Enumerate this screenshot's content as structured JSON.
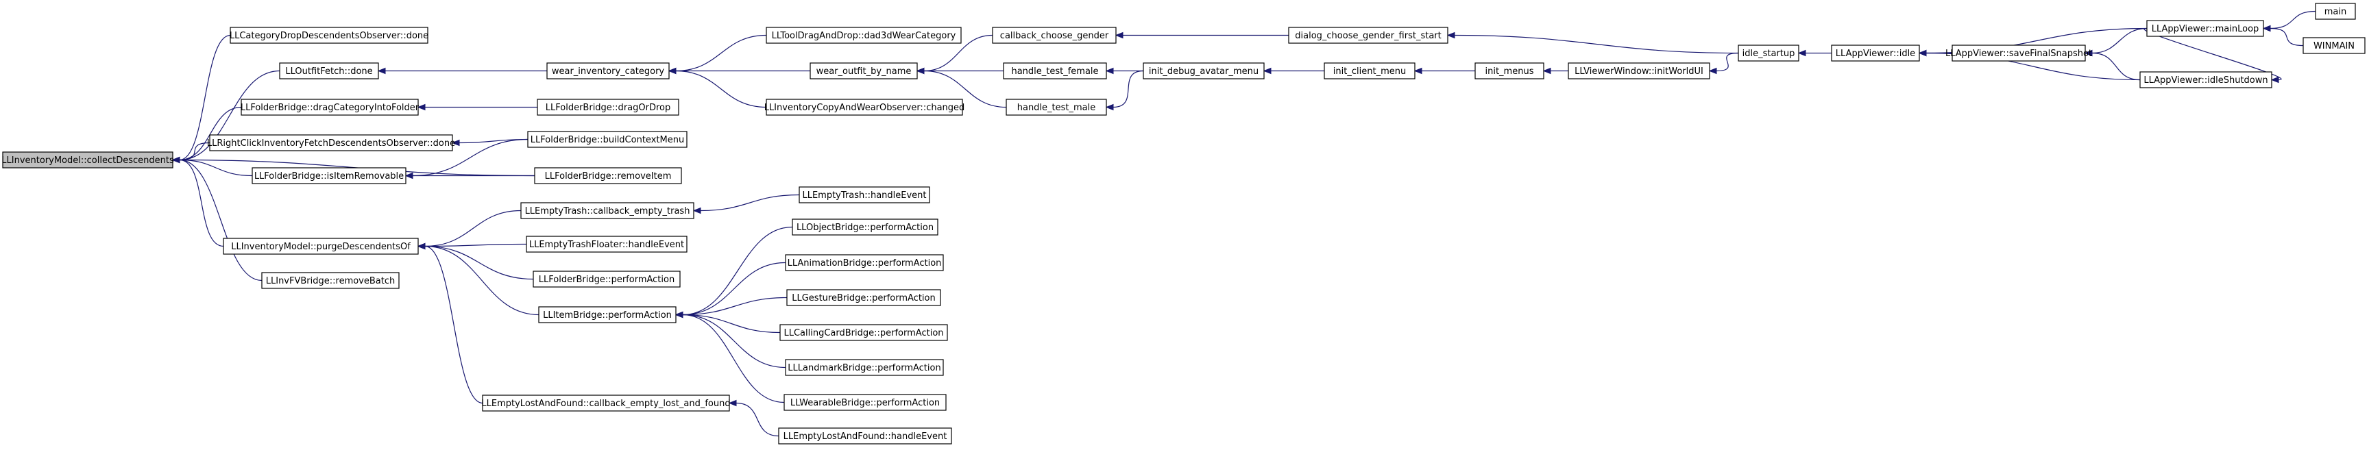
{
  "diagram": {
    "colors": {
      "node_fill": "#ffffff",
      "root_fill": "#bfbfbf",
      "border": "#000000",
      "edge": "#191970"
    },
    "nodes": [
      {
        "id": "root",
        "label": "LLInventoryModel::collectDescendents",
        "root": true
      },
      {
        "id": "catdrop",
        "label": "LLCategoryDropDescendentsObserver::done"
      },
      {
        "id": "outfitfetch",
        "label": "LLOutfitFetch::done"
      },
      {
        "id": "dragcat",
        "label": "LLFolderBridge::dragCategoryIntoFolder"
      },
      {
        "id": "rightclick",
        "label": "LLRightClickInventoryFetchDescendentsObserver::done"
      },
      {
        "id": "isitemrem",
        "label": "LLFolderBridge::isItemRemovable"
      },
      {
        "id": "purge",
        "label": "LLInventoryModel::purgeDescendentsOf"
      },
      {
        "id": "invfv",
        "label": "LLInvFVBridge::removeBatch"
      },
      {
        "id": "wearcat",
        "label": "wear_inventory_category"
      },
      {
        "id": "dragordrop",
        "label": "LLFolderBridge::dragOrDrop"
      },
      {
        "id": "buildctx",
        "label": "LLFolderBridge::buildContextMenu"
      },
      {
        "id": "removeitem",
        "label": "LLFolderBridge::removeItem"
      },
      {
        "id": "emptytrashcb",
        "label": "LLEmptyTrash::callback_empty_trash"
      },
      {
        "id": "emptytrashfloater",
        "label": "LLEmptyTrashFloater::handleEvent"
      },
      {
        "id": "folderperform",
        "label": "LLFolderBridge::performAction"
      },
      {
        "id": "itemperform",
        "label": "LLItemBridge::performAction"
      },
      {
        "id": "emptylostcb",
        "label": "LLEmptyLostAndFound::callback_empty_lost_and_found"
      },
      {
        "id": "tooldrag",
        "label": "LLToolDragAndDrop::dad3dWearCategory"
      },
      {
        "id": "wearoutfit",
        "label": "wear_outfit_by_name"
      },
      {
        "id": "copywear",
        "label": "LLInventoryCopyAndWearObserver::changed"
      },
      {
        "id": "emptytrashhe",
        "label": "LLEmptyTrash::handleEvent"
      },
      {
        "id": "objperform",
        "label": "LLObjectBridge::performAction"
      },
      {
        "id": "animperform",
        "label": "LLAnimationBridge::performAction"
      },
      {
        "id": "gestperform",
        "label": "LLGestureBridge::performAction"
      },
      {
        "id": "callperform",
        "label": "LLCallingCardBridge::performAction"
      },
      {
        "id": "landperform",
        "label": "LLLandmarkBridge::performAction"
      },
      {
        "id": "wearperform",
        "label": "LLWearableBridge::performAction"
      },
      {
        "id": "emptylosthe",
        "label": "LLEmptyLostAndFound::handleEvent"
      },
      {
        "id": "cbgender",
        "label": "callback_choose_gender"
      },
      {
        "id": "testfemale",
        "label": "handle_test_female"
      },
      {
        "id": "testmale",
        "label": "handle_test_male"
      },
      {
        "id": "dialoggender",
        "label": "dialog_choose_gender_first_start"
      },
      {
        "id": "initdebug",
        "label": "init_debug_avatar_menu"
      },
      {
        "id": "initclient",
        "label": "init_client_menu"
      },
      {
        "id": "initmenus",
        "label": "init_menus"
      },
      {
        "id": "initworld",
        "label": "LLViewerWindow::initWorldUI"
      },
      {
        "id": "idlestartup",
        "label": "idle_startup"
      },
      {
        "id": "appidle",
        "label": "LLAppViewer::idle"
      },
      {
        "id": "savesnap",
        "label": "LLAppViewer::saveFinalSnapshot"
      },
      {
        "id": "mainloop",
        "label": "LLAppViewer::mainLoop"
      },
      {
        "id": "idleshut",
        "label": "LLAppViewer::idleShutdown"
      },
      {
        "id": "main",
        "label": "main"
      },
      {
        "id": "winmain",
        "label": "WINMAIN"
      }
    ],
    "edges": [
      [
        "catdrop",
        "root"
      ],
      [
        "outfitfetch",
        "root"
      ],
      [
        "dragcat",
        "root"
      ],
      [
        "rightclick",
        "root"
      ],
      [
        "isitemrem",
        "root"
      ],
      [
        "purge",
        "root"
      ],
      [
        "invfv",
        "root"
      ],
      [
        "removeitem",
        "root"
      ],
      [
        "wearcat",
        "outfitfetch"
      ],
      [
        "dragordrop",
        "dragcat"
      ],
      [
        "buildctx",
        "rightclick"
      ],
      [
        "buildctx",
        "isitemrem"
      ],
      [
        "removeitem",
        "isitemrem"
      ],
      [
        "emptytrashcb",
        "purge"
      ],
      [
        "emptytrashfloater",
        "purge"
      ],
      [
        "folderperform",
        "purge"
      ],
      [
        "itemperform",
        "purge"
      ],
      [
        "emptylostcb",
        "purge"
      ],
      [
        "tooldrag",
        "wearcat"
      ],
      [
        "wearoutfit",
        "wearcat"
      ],
      [
        "copywear",
        "wearcat"
      ],
      [
        "emptytrashhe",
        "emptytrashcb"
      ],
      [
        "objperform",
        "itemperform"
      ],
      [
        "animperform",
        "itemperform"
      ],
      [
        "gestperform",
        "itemperform"
      ],
      [
        "callperform",
        "itemperform"
      ],
      [
        "landperform",
        "itemperform"
      ],
      [
        "wearperform",
        "itemperform"
      ],
      [
        "emptylosthe",
        "emptylostcb"
      ],
      [
        "cbgender",
        "wearoutfit"
      ],
      [
        "testfemale",
        "wearoutfit"
      ],
      [
        "testmale",
        "wearoutfit"
      ],
      [
        "dialoggender",
        "cbgender"
      ],
      [
        "initdebug",
        "testfemale"
      ],
      [
        "initdebug",
        "testmale"
      ],
      [
        "idlestartup",
        "dialoggender"
      ],
      [
        "initclient",
        "initdebug"
      ],
      [
        "initmenus",
        "initclient"
      ],
      [
        "initworld",
        "initmenus"
      ],
      [
        "idlestartup",
        "initworld"
      ],
      [
        "appidle",
        "idlestartup"
      ],
      [
        "mainloop",
        "appidle"
      ],
      [
        "savesnap",
        "appidle"
      ],
      [
        "idleshut",
        "appidle"
      ],
      [
        "mainloop",
        "savesnap"
      ],
      [
        "idleshut",
        "savesnap"
      ],
      [
        "mainloop",
        "idleshut"
      ],
      [
        "main",
        "mainloop"
      ],
      [
        "winmain",
        "mainloop"
      ]
    ]
  }
}
